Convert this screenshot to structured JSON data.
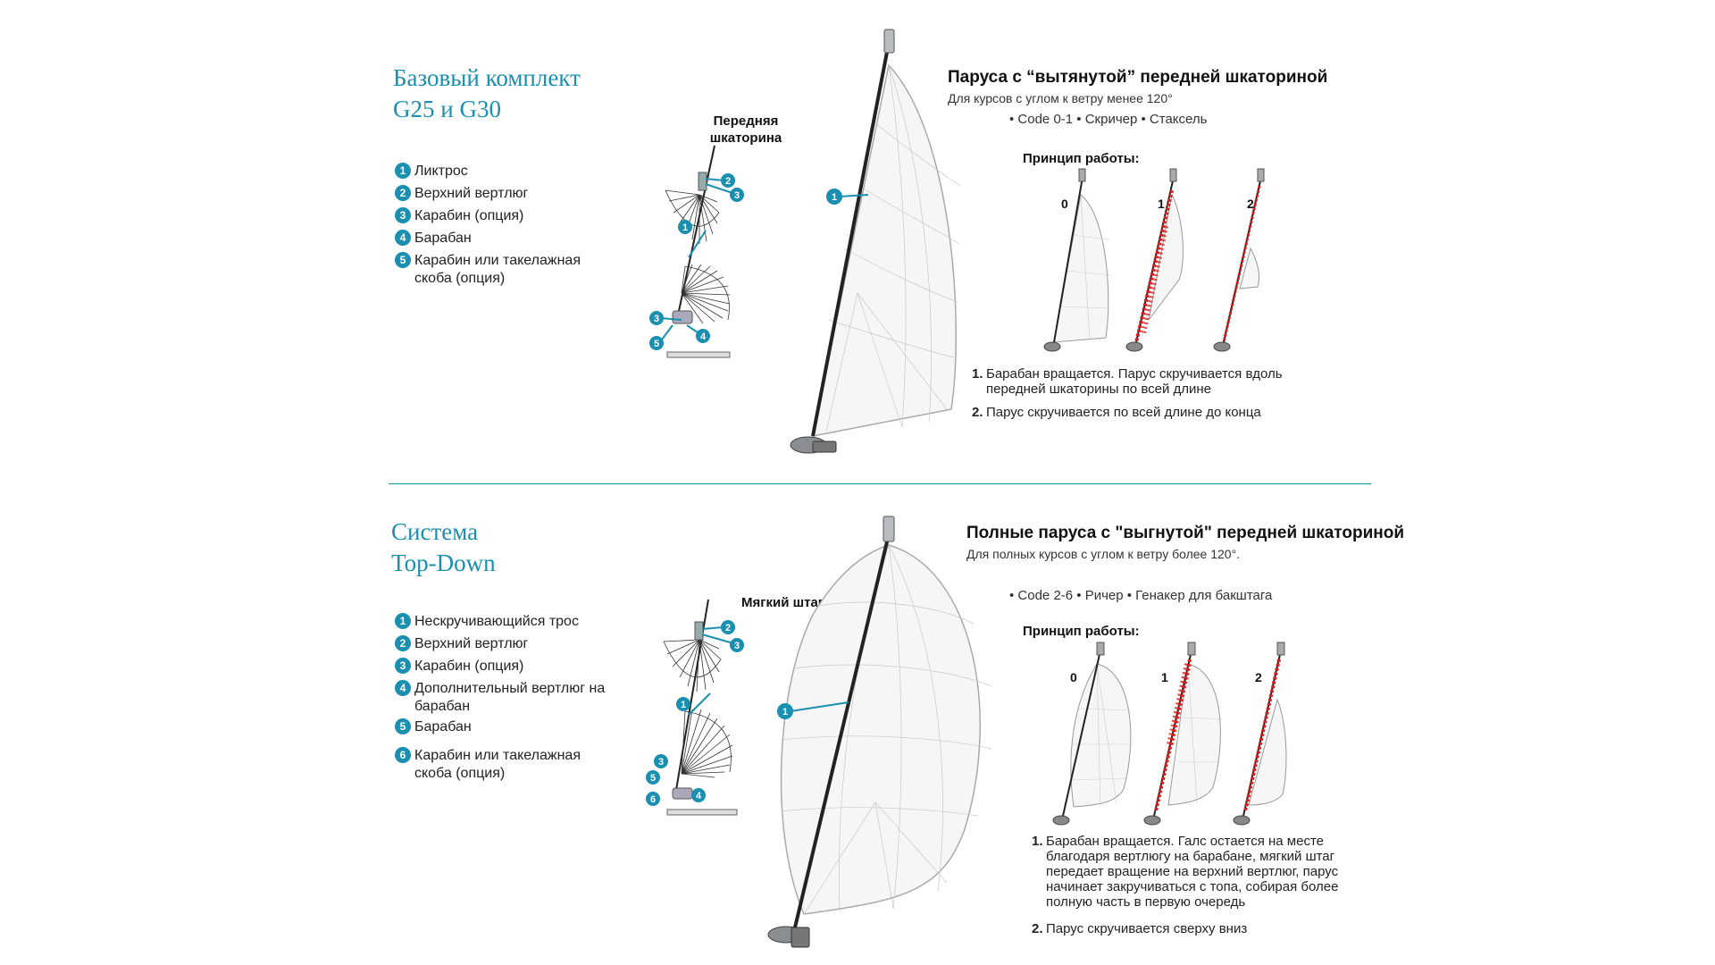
{
  "section1": {
    "title_lines": [
      "Базовый комплект",
      "G25 и G30"
    ],
    "legend": [
      {
        "n": "1",
        "text": "Ликтрос"
      },
      {
        "n": "2",
        "text": "Верхний вертлюг"
      },
      {
        "n": "3",
        "text": "Карабин (опция)"
      },
      {
        "n": "4",
        "text": "Барабан"
      },
      {
        "n": "5",
        "text": "Карабин или такелажная скоба (опция)"
      }
    ],
    "sail_label_lines": [
      "Передняя",
      "шкаторина"
    ],
    "heading": "Паруса с “вытянутой” передней шкаториной",
    "subheading": "Для курсов с углом к ветру менее 120°",
    "types": "• Code 0-1 • Скричер • Стаксель",
    "principle": "Принцип работы:",
    "step_labels": [
      "0",
      "1",
      "2"
    ],
    "steps": [
      {
        "n": "1.",
        "text": "Барабан вращается. Парус скручивается вдоль передней шкаторины по всей длине"
      },
      {
        "n": "2.",
        "text": "Парус скручивается по всей длине до конца"
      }
    ]
  },
  "section2": {
    "title_lines": [
      "Система",
      "Top-Down"
    ],
    "legend": [
      {
        "n": "1",
        "text": "Нескручивающийся трос"
      },
      {
        "n": "2",
        "text": "Верхний вертлюг"
      },
      {
        "n": "3",
        "text": "Карабин (опция)"
      },
      {
        "n": "4",
        "text": "Дополнительный вертлюг на барабан"
      },
      {
        "n": "5",
        "text": "Барабан"
      },
      {
        "n": "6",
        "text": "Карабин или такелажная скоба (опция)"
      }
    ],
    "sail_label": "Мягкий штаг",
    "heading": "Полные паруса с \"выгнутой\" передней шкаториной",
    "subheading": "Для полных курсов с углом к ветру более 120°.",
    "types": "• Code 2-6 • Ричер • Генакер для бакштага",
    "principle": "Принцип работы:",
    "step_labels": [
      "0",
      "1",
      "2"
    ],
    "steps": [
      {
        "n": "1.",
        "text": "Барабан вращается. Галс остается на месте благодаря вертлюгу на барабане, мягкий штаг передает вращение на верхний вертлюг, парус начинает закручиваться с топа, собирая более полную часть в первую очередь"
      },
      {
        "n": "2.",
        "text": "Парус скручивается сверху вниз"
      }
    ]
  },
  "colors": {
    "accent": "#1a8fb0",
    "furl_red": "#d42020",
    "sail_fill": "#f6f6f6",
    "sail_line": "#bcbcbc"
  }
}
